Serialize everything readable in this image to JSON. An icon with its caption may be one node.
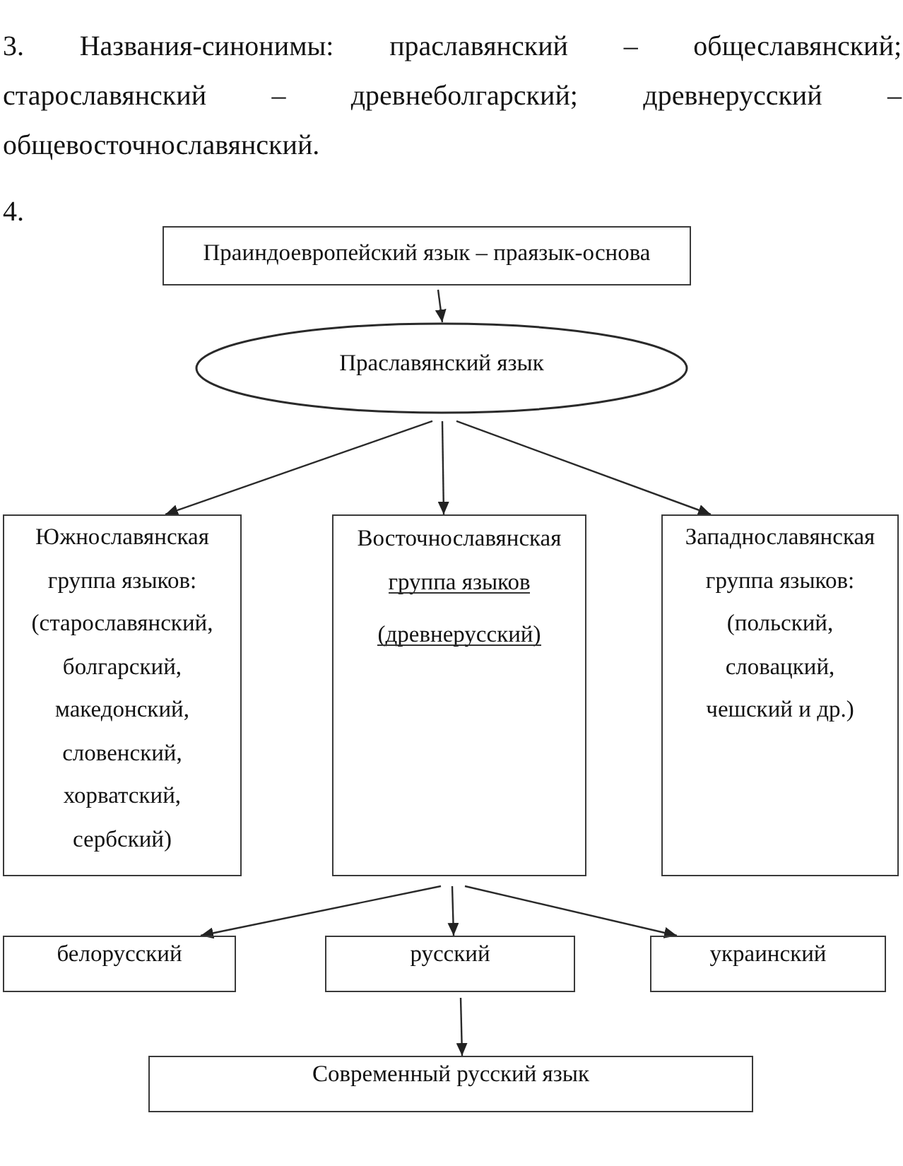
{
  "diagram": {
    "nodes": [
      {
        "text": [
          "Праиндоевропейский язык – праязык-основа"
        ]
      },
      {
        "text": [
          "Праславянский язык"
        ]
      },
      {
        "text": [
          "Южнославянская группа языков:",
          "(старославянский, болгарский, македонский, словенский, хорватский, сербский)"
        ]
      },
      {
        "text": [
          "Восточнославянская группа языков",
          "(древнерусский)"
        ]
      },
      {
        "text": [
          "Западнославянская группа языков:",
          "(польский, словацкий, чешский и др.)"
        ]
      },
      {
        "text": [
          "белорусский"
        ]
      },
      {
        "text": [
          "русский"
        ]
      },
      {
        "text": [
          "украинский"
        ]
      },
      {
        "text": [
          "Современный русский язык"
        ]
      }
    ],
    "edges": [
      {
        "from": 0,
        "to": 1,
        "arrow": "to"
      },
      {
        "from": 1,
        "to": 2,
        "arrow": "to"
      },
      {
        "from": 1,
        "to": 3,
        "arrow": "to"
      },
      {
        "from": 1,
        "to": 4,
        "arrow": "to"
      },
      {
        "from": 3,
        "to": 5,
        "arrow": "to"
      },
      {
        "from": 3,
        "to": 6,
        "arrow": "to"
      },
      {
        "from": 3,
        "to": 7,
        "arrow": "to"
      },
      {
        "from": 6,
        "to": 8,
        "arrow": "to"
      }
    ],
    "labels": [
      "3. Названия-синонимы: праславянский – общеславянский; старославянский – древнеболгарский; древнерусский – общевосточнославянский.",
      "4."
    ]
  }
}
